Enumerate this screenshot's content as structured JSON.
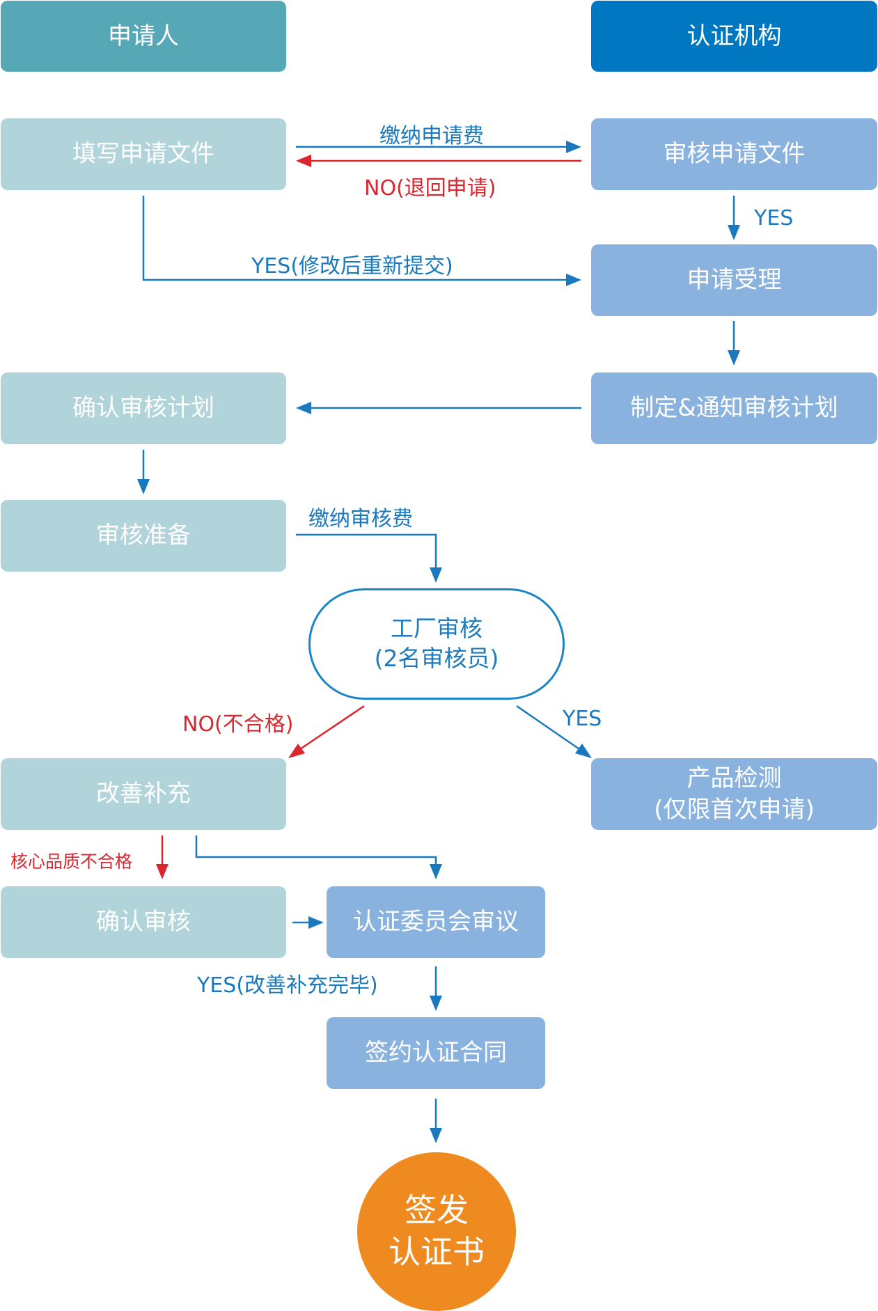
{
  "headers": {
    "applicant": "申请人",
    "certifier": "认证机构"
  },
  "applicant_steps": {
    "fill_application": "填写申请文件",
    "confirm_audit_plan": "确认审核计划",
    "audit_preparation": "审核准备",
    "improve_supplement": "改善补充",
    "confirm_audit": "确认审核"
  },
  "certifier_steps": {
    "review_application": "审核申请文件",
    "accept_application": "申请受理",
    "make_notify_plan": "制定&通知审核计划",
    "product_testing_line1": "产品检测",
    "product_testing_line2": "(仅限首次申请)",
    "committee_review": "认证委员会审议",
    "sign_contract": "签约认证合同"
  },
  "factory_audit": {
    "line1": "工厂审核",
    "line2": "(2名审核员)"
  },
  "final_step": {
    "line1": "签发",
    "line2": "认证书"
  },
  "edge_labels": {
    "pay_application_fee": "缴纳申请费",
    "no_return_application": "NO(退回申请)",
    "yes_review": "YES",
    "yes_resubmit": "YES(修改后重新提交)",
    "pay_audit_fee": "缴纳审核费",
    "no_unqualified": "NO(不合格)",
    "yes_audit": "YES",
    "core_quality_unqualified": "核心品质不合格",
    "yes_improvement_done": "YES(改善补充完毕)"
  },
  "colors": {
    "header_applicant": "#57a8b7",
    "header_certifier": "#0077c1",
    "applicant_box": "#b1d4da",
    "certifier_box": "#89b3de",
    "flow_blue": "#1a79be",
    "flow_red": "#d9262f",
    "final_orange": "#ee8a1f"
  }
}
